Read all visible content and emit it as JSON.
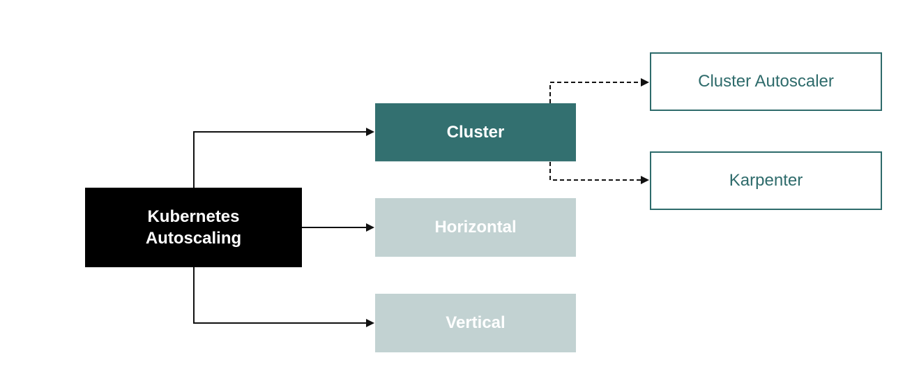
{
  "nodes": {
    "root": {
      "label": "Kubernetes Autoscaling"
    },
    "cluster": {
      "label": "Cluster"
    },
    "horizontal": {
      "label": "Horizontal"
    },
    "vertical": {
      "label": "Vertical"
    },
    "cluster_autoscaler": {
      "label": "Cluster Autoscaler"
    },
    "karpenter": {
      "label": "Karpenter"
    }
  },
  "edges": [
    {
      "from": "root",
      "to": "cluster",
      "style": "solid"
    },
    {
      "from": "root",
      "to": "horizontal",
      "style": "solid"
    },
    {
      "from": "root",
      "to": "vertical",
      "style": "solid"
    },
    {
      "from": "cluster",
      "to": "cluster_autoscaler",
      "style": "dashed"
    },
    {
      "from": "cluster",
      "to": "karpenter",
      "style": "dashed"
    }
  ],
  "colors": {
    "root_fill": "#000000",
    "root_text": "#ffffff",
    "primary_fill": "#337070",
    "primary_text": "#ffffff",
    "muted_fill": "#c2d2d2",
    "muted_text": "#ffffff",
    "outline_stroke": "#2e6b6b",
    "outline_text": "#2e6b6b",
    "connector": "#111111"
  }
}
